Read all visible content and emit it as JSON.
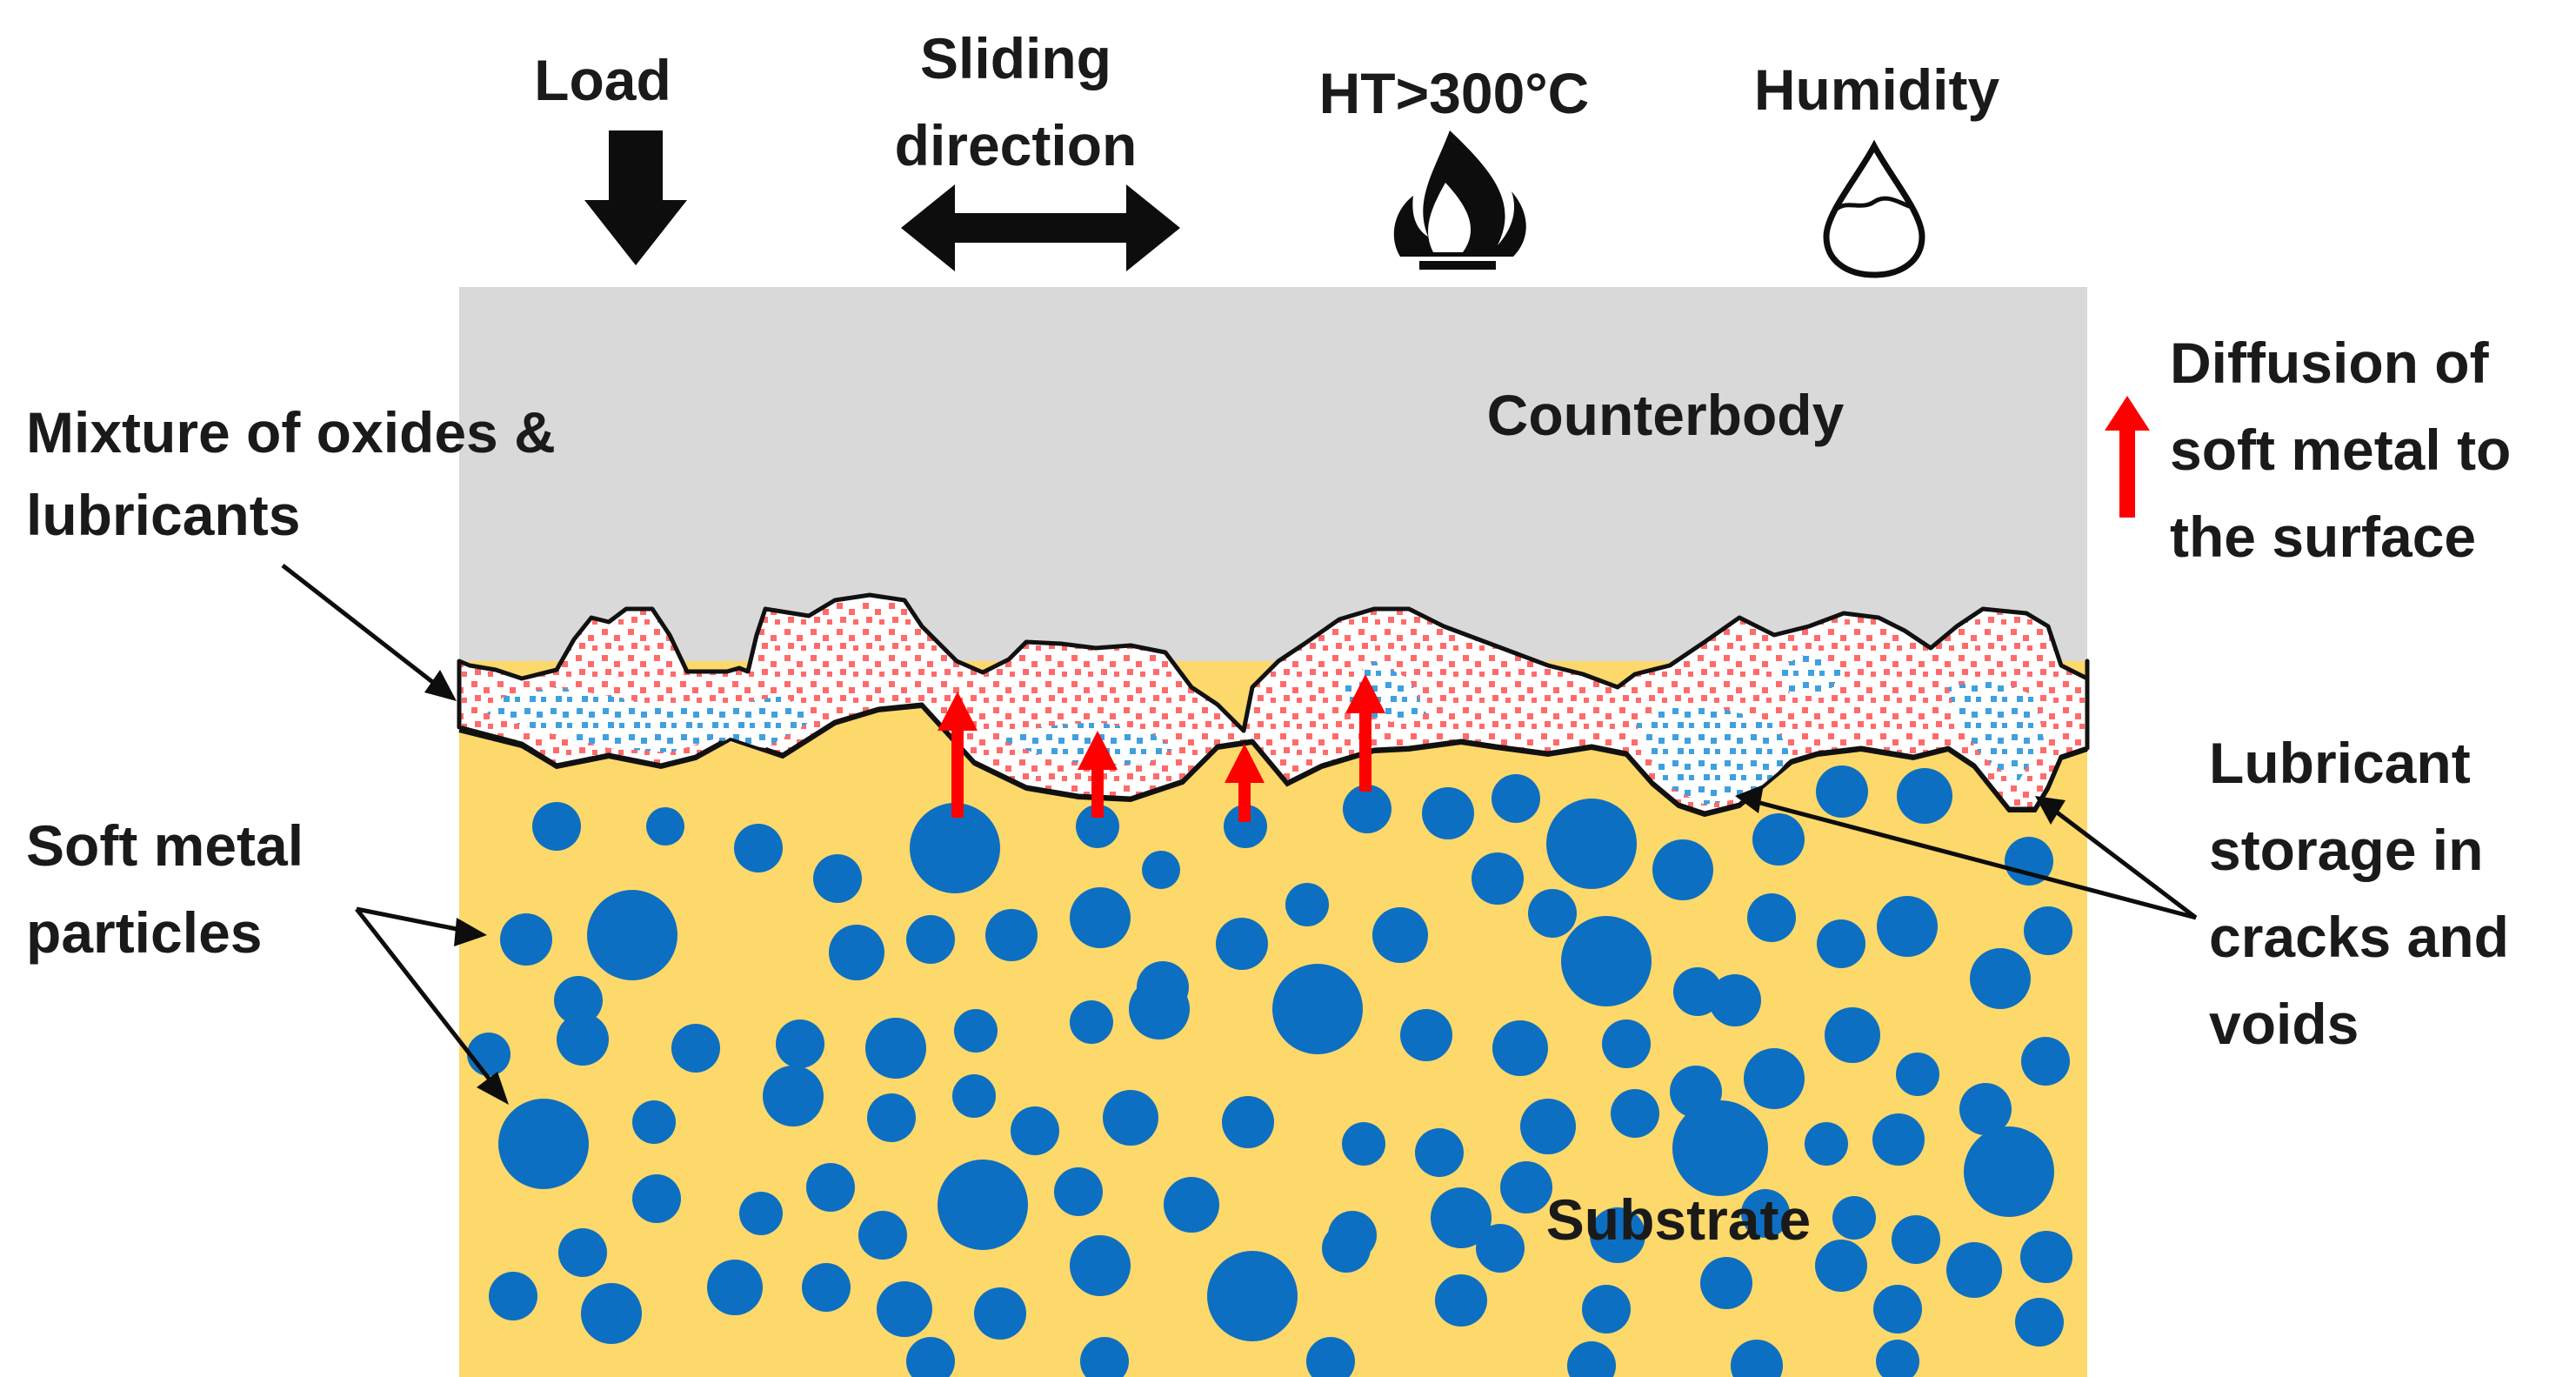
{
  "labels": {
    "load": "Load",
    "sliding_1": "Sliding",
    "sliding_2": "direction",
    "ht": "HT>300°C",
    "humidity": "Humidity",
    "counterbody": "Counterbody",
    "mixture_1": "Mixture of oxides &",
    "mixture_2": "lubricants",
    "diffusion_1": "Diffusion of",
    "diffusion_2": "soft metal to",
    "diffusion_3": "the surface",
    "soft_1": "Soft metal",
    "soft_2": "particles",
    "storage_1": "Lubricant",
    "storage_2": "storage in",
    "storage_3": "cracks and",
    "storage_4": "voids",
    "substrate": "Substrate"
  },
  "colors": {
    "counterbody": "#d9d9d9",
    "substrate": "#fdd86a",
    "particle": "#0d6fc1",
    "oxide_dot": "#ff6a6a",
    "lubricant_dot": "#3fa0e0",
    "diffusion_arrow": "#ff0000",
    "outline": "#111111"
  },
  "icons": [
    "down-arrow-icon",
    "double-arrow-icon",
    "flame-icon",
    "water-drop-icon",
    "diffusion-arrow-icon"
  ]
}
